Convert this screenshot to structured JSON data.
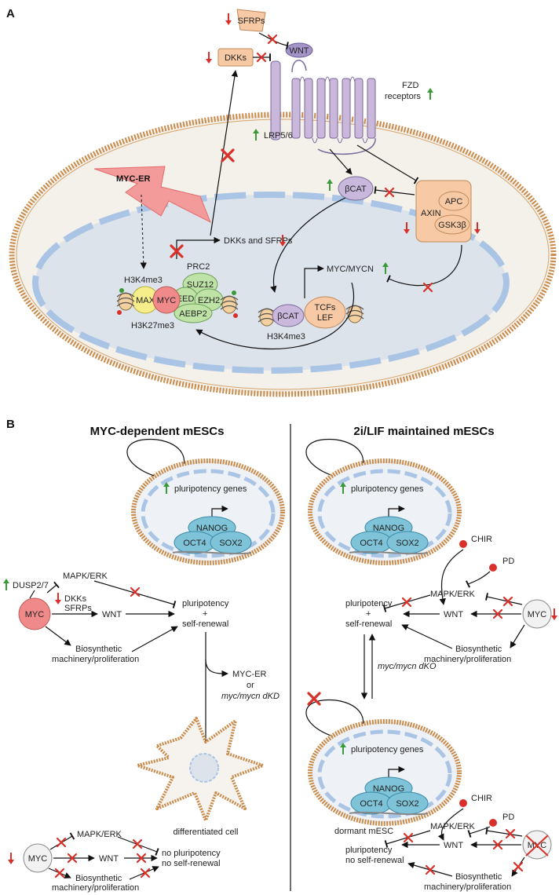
{
  "panel_a": {
    "label": "A",
    "proteins": {
      "sfrps": "SFRPs",
      "wnt": "WNT",
      "dkks": "DKKs",
      "fzd_line1": "FZD",
      "fzd_line2": "receptors",
      "lrp": "LRP5/6",
      "myc_er": "MYC-ER",
      "bcat_cyto": "βCAT",
      "axin": "AXIN",
      "apc": "APC",
      "gsk3b": "GSK3β",
      "dkks_sfrps_gene": "DKKs and SFRPs",
      "prc2": "PRC2",
      "suz12": "SUZ12",
      "eed": "EED",
      "ezh2": "EZH2",
      "aebp2": "AEBP2",
      "max": "MAX",
      "myc": "MYC",
      "h3k4me3_left": "H3K4me3",
      "h3k27me3": "H3K27me3",
      "myc_mycn": "MYC/MYCN",
      "bcat_nuc": "βCAT",
      "tcfs": "TCFs",
      "lef": "LEF",
      "h3k4me3_right": "H3K4me3"
    }
  },
  "panel_b": {
    "label": "B",
    "left": {
      "title": "MYC-dependent mESCs",
      "pluripotency_genes": "pluripotency genes",
      "nanog": "NANOG",
      "oct4": "OCT4",
      "sox2": "SOX2",
      "dusp": "DUSP2/7",
      "mapk": "MAPK/ERK",
      "dkks": "DKKs",
      "sfrps": "SFRPs",
      "wnt": "WNT",
      "myc": "MYC",
      "pluri": "pluripotency",
      "plus": "+",
      "self_renewal": "self-renewal",
      "biosyn1": "Biosynthetic",
      "biosyn2": "machinery/proliferation",
      "myc_er": "MYC-ER",
      "or": "or",
      "dkd": "myc/mycn dKD",
      "diff_cell": "differentiated cell",
      "bottom_myc": "MYC",
      "bottom_mapk": "MAPK/ERK",
      "bottom_wnt": "WNT",
      "no_pluri": "no pluripotency",
      "no_self": "no self-renewal",
      "bottom_biosyn1": "Biosynthetic",
      "bottom_biosyn2": "machinery/proliferation"
    },
    "right": {
      "title": "2i/LIF maintained mESCs",
      "pluripotency_genes": "pluripotency genes",
      "nanog": "NANOG",
      "oct4": "OCT4",
      "sox2": "SOX2",
      "chir": "CHIR",
      "pd": "PD",
      "mapk": "MAPK/ERK",
      "wnt": "WNT",
      "myc": "MYC",
      "pluri": "pluripotency",
      "plus": "+",
      "self_renewal": "self-renewal",
      "biosyn1": "Biosynthetic",
      "biosyn2": "machinery/proliferation",
      "dko": "myc/mycn dKO",
      "pluripotency_genes2": "pluripotency genes",
      "nanog2": "NANOG",
      "oct42": "OCT4",
      "sox22": "SOX2",
      "dormant": "dormant mESC",
      "chir2": "CHIR",
      "pd2": "PD",
      "mapk2": "MAPK/ERK",
      "wnt2": "WNT",
      "myc2": "MYC",
      "pluri2": "pluripotency",
      "no_self2": "no self-renewal",
      "biosyn3": "Biosynthetic",
      "biosyn4": "machinery/proliferation"
    }
  },
  "colors": {
    "red_arrow": "#d9302a",
    "green_arrow": "#3a9a3a",
    "membrane": "#c98a4a",
    "cell_fill": "#f4f0ea",
    "nucleus_fill": "#dde3ea",
    "nuclear_envelope": "#a9c4e4",
    "receptor": "#c9b7dc",
    "box_orange": "#f7c9a4",
    "tf_blue": "#7fc3d8",
    "prc2_green": "#bfe3a6",
    "myc_red": "#f08a8a",
    "max_yellow": "#f5ee8a"
  }
}
